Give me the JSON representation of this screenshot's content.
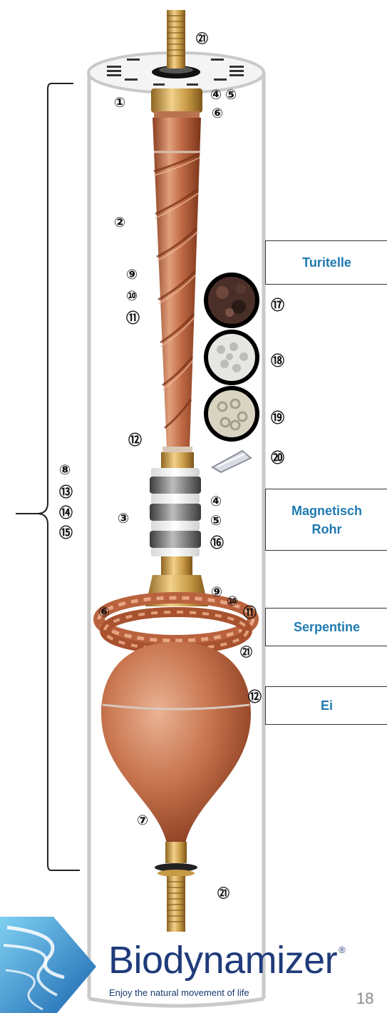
{
  "callouts": {
    "n1": "①",
    "n2": "②",
    "n3": "③",
    "n4a": "④",
    "n5a": "⑤",
    "n6a": "⑥",
    "n7": "⑦",
    "n8": "⑧",
    "n13": "⑬",
    "n14": "⑭",
    "n15": "⑮",
    "n9a": "⑨",
    "n10a": "⑩",
    "n11a": "⑪",
    "n12a": "⑫",
    "n17": "⑰",
    "n18": "⑱",
    "n19": "⑲",
    "n20": "⑳",
    "n4b": "④",
    "n5b": "⑤",
    "n16": "⑯",
    "n9b": "⑨",
    "n10b": "⑩",
    "n11b": "⑪",
    "n6b": "⑥",
    "n12b": "⑫",
    "n21a": "㉑",
    "n21b": "㉑",
    "n21c": "㉑"
  },
  "labels": {
    "turitelle": "Turitelle",
    "magnetisch": [
      "Magnetisch",
      "Rohr"
    ],
    "serpentine": "Serpentine",
    "ei": "Ei"
  },
  "brand": {
    "name": "Biodynamizer",
    "registered": "®",
    "tagline": "Enjoy the natural movement of life"
  },
  "page_number": "18",
  "colors": {
    "label_text": "#1f7ab0",
    "copper": "#c9744e",
    "brass": "#c79a45",
    "brand": "#1f3b7a",
    "logo_blue": "#2a8fd0"
  }
}
